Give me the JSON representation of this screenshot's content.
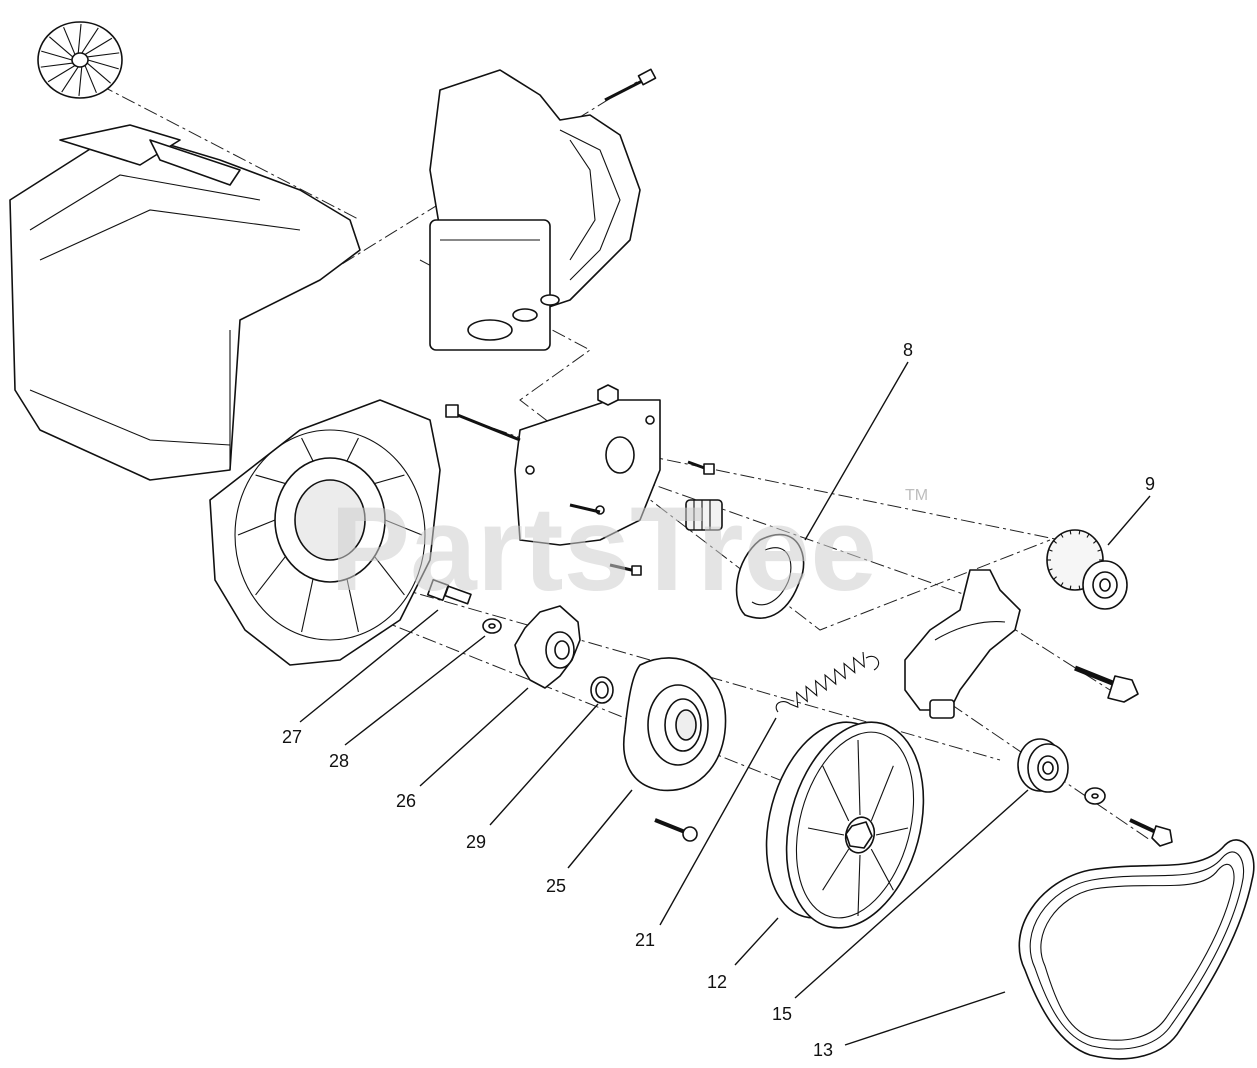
{
  "watermark": {
    "text": "PartsTree",
    "tm": "TM"
  },
  "callouts": [
    {
      "id": "8",
      "label": "8"
    },
    {
      "id": "9",
      "label": "9"
    },
    {
      "id": "27",
      "label": "27"
    },
    {
      "id": "28",
      "label": "28"
    },
    {
      "id": "26",
      "label": "26"
    },
    {
      "id": "29",
      "label": "29"
    },
    {
      "id": "25",
      "label": "25"
    },
    {
      "id": "21",
      "label": "21"
    },
    {
      "id": "12",
      "label": "12"
    },
    {
      "id": "15",
      "label": "15"
    },
    {
      "id": "13",
      "label": "13"
    }
  ]
}
